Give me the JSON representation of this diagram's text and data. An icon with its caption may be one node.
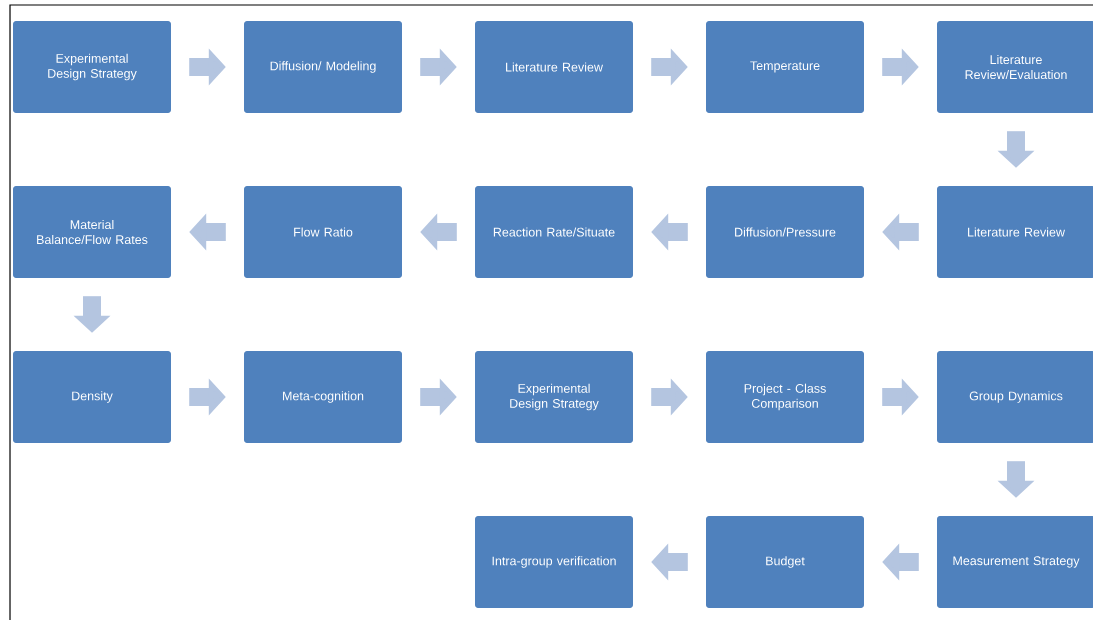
{
  "diagram": {
    "nodes": [
      {
        "text": [
          "Experimental Design Strategy"
        ]
      },
      {
        "text": [
          "Diffusion/ Modeling"
        ]
      },
      {
        "text": [
          "Literature Review"
        ]
      },
      {
        "text": [
          "Temperature"
        ]
      },
      {
        "text": [
          "Literature Review/Evaluation"
        ]
      },
      {
        "text": [
          "Material Balance/Flow Rates"
        ]
      },
      {
        "text": [
          "Flow Ratio"
        ]
      },
      {
        "text": [
          "Reaction Rate/Situate"
        ]
      },
      {
        "text": [
          "Diffusion/Pressure"
        ]
      },
      {
        "text": [
          "Literature Review"
        ]
      },
      {
        "text": [
          "Density"
        ]
      },
      {
        "text": [
          "Meta-cognition"
        ]
      },
      {
        "text": [
          "Experimental Design Strategy"
        ]
      },
      {
        "text": [
          "Project - Class Comparison"
        ]
      },
      {
        "text": [
          "Group Dynamics"
        ]
      },
      {
        "text": [
          "Intra-group verification"
        ]
      },
      {
        "text": [
          "Budget"
        ]
      },
      {
        "text": [
          "Measurement Strategy"
        ]
      }
    ],
    "edges": [
      {
        "from": 0,
        "to": 1,
        "arrow": "to"
      },
      {
        "from": 1,
        "to": 2,
        "arrow": "to"
      },
      {
        "from": 2,
        "to": 3,
        "arrow": "to"
      },
      {
        "from": 3,
        "to": 4,
        "arrow": "to"
      },
      {
        "from": 4,
        "to": 9,
        "arrow": "to"
      },
      {
        "from": 9,
        "to": 8,
        "arrow": "to"
      },
      {
        "from": 8,
        "to": 7,
        "arrow": "to"
      },
      {
        "from": 7,
        "to": 6,
        "arrow": "to"
      },
      {
        "from": 6,
        "to": 5,
        "arrow": "to"
      },
      {
        "from": 5,
        "to": 10,
        "arrow": "to"
      },
      {
        "from": 10,
        "to": 11,
        "arrow": "to"
      },
      {
        "from": 11,
        "to": 12,
        "arrow": "to"
      },
      {
        "from": 12,
        "to": 13,
        "arrow": "to"
      },
      {
        "from": 13,
        "to": 14,
        "arrow": "to"
      },
      {
        "from": 14,
        "to": 17,
        "arrow": "to"
      },
      {
        "from": 17,
        "to": 16,
        "arrow": "to"
      },
      {
        "from": 16,
        "to": 15,
        "arrow": "to"
      }
    ]
  }
}
